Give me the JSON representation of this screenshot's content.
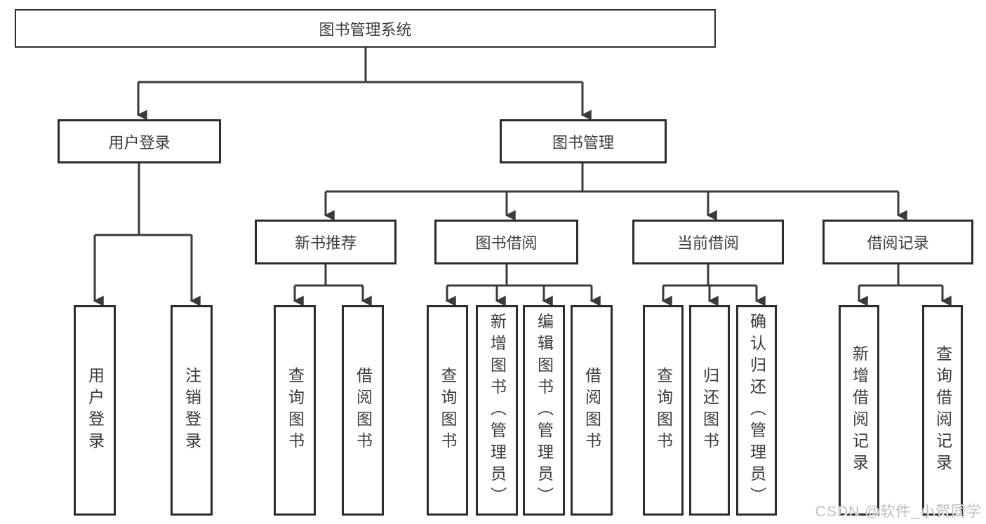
{
  "diagram": {
    "title": "图书管理系统",
    "type": "tree",
    "root": {
      "label": "图书管理系统",
      "children": [
        {
          "label": "用户登录",
          "children": [
            {
              "label": "用户登录"
            },
            {
              "label": "注销登录"
            }
          ]
        },
        {
          "label": "图书管理",
          "children": [
            {
              "label": "新书推荐",
              "children": [
                {
                  "label": "查询图书"
                },
                {
                  "label": "借阅图书"
                }
              ]
            },
            {
              "label": "图书借阅",
              "children": [
                {
                  "label": "查询图书"
                },
                {
                  "label": "新增图书（管理员）"
                },
                {
                  "label": "编辑图书（管理员）"
                },
                {
                  "label": "借阅图书"
                }
              ]
            },
            {
              "label": "当前借阅",
              "children": [
                {
                  "label": "查询图书"
                },
                {
                  "label": "归还图书"
                },
                {
                  "label": "确认归还（管理员）"
                }
              ]
            },
            {
              "label": "借阅记录",
              "children": [
                {
                  "label": "新增借阅记录"
                },
                {
                  "label": "查询借阅记录"
                }
              ]
            }
          ]
        }
      ]
    },
    "colors": {
      "line": "#3a3a3e",
      "box_border": "#2c2c30",
      "text": "#3b3b40",
      "background": "#ffffff",
      "watermark": "#bfbfbf"
    }
  },
  "watermark": {
    "text": "CSDN @软件_小贺同学"
  }
}
